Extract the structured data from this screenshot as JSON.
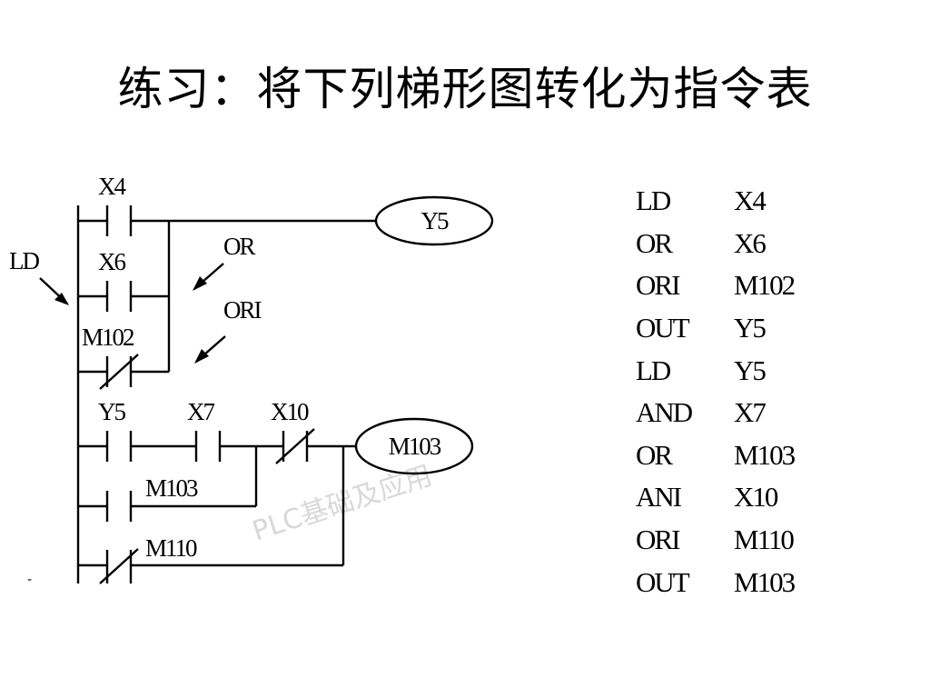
{
  "title": "练习：将下列梯形图转化为指令表",
  "ladder": {
    "contacts": {
      "x4": "X4",
      "x6": "X6",
      "m102": "M102",
      "y5": "Y5",
      "x7": "X7",
      "x10": "X10",
      "m103": "M103",
      "m110": "M110"
    },
    "coils": {
      "y5": "Y5",
      "m103": "M103"
    },
    "annotations": {
      "ld": "LD",
      "or": "OR",
      "ori": "ORI"
    },
    "watermark": "PLC基础及应用"
  },
  "instructions": [
    {
      "op": "LD",
      "operand": "X4"
    },
    {
      "op": "OR",
      "operand": "X6"
    },
    {
      "op": "ORI",
      "operand": "M102"
    },
    {
      "op": "OUT",
      "operand": "Y5"
    },
    {
      "op": "LD",
      "operand": "Y5"
    },
    {
      "op": "AND",
      "operand": "X7"
    },
    {
      "op": "OR",
      "operand": "M103"
    },
    {
      "op": "ANI",
      "operand": "X10"
    },
    {
      "op": "ORI",
      "operand": "M110"
    },
    {
      "op": "OUT",
      "operand": "M103"
    }
  ],
  "footer_mark": "-"
}
